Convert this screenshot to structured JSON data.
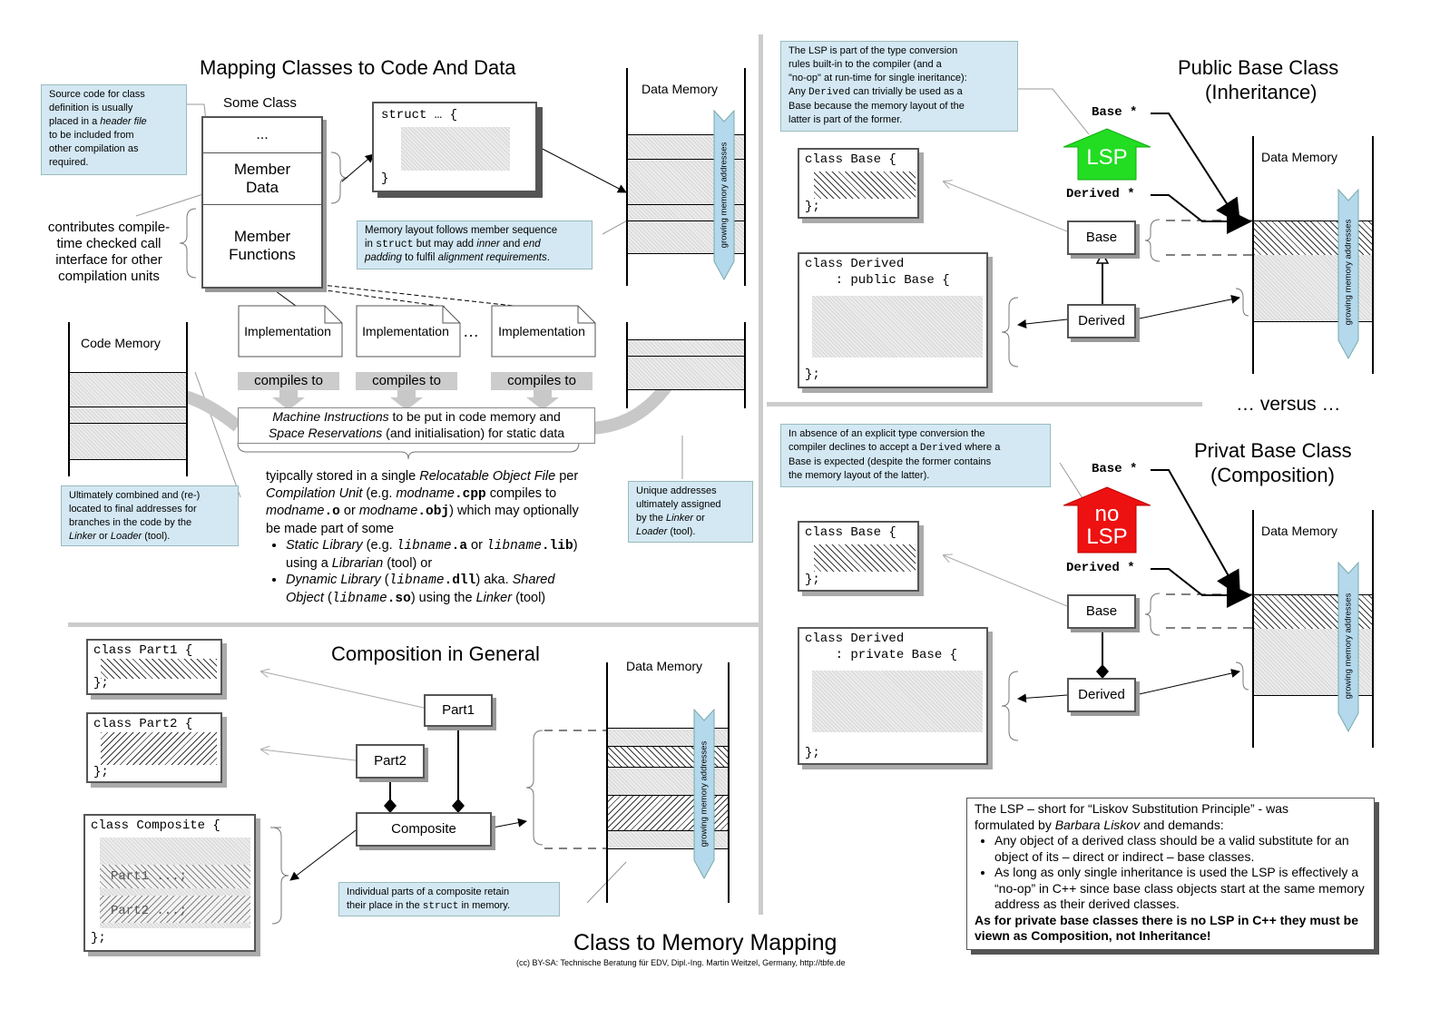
{
  "page": {
    "main_title": "Class to Memory Mapping",
    "copyright": "(cc) BY-SA: Technische Beratung für EDV, Dipl.-Ing. Martin Weitzel, Germany, http://tbfe.de"
  },
  "mapping": {
    "title": "Mapping Classes to Code And Data",
    "note_source_lines": [
      "Source code for class",
      "definition is usually",
      "placed in a ",
      "header file",
      " to be included from",
      "other compilation as",
      "required."
    ],
    "some_class_label": "Some Class",
    "class_rows": [
      "...",
      "Member Data",
      "Member Functions"
    ],
    "contributes": "contributes compile-time checked call interface for other compilation units",
    "struct_open": "struct … {",
    "struct_close": "}",
    "data_memory": "Data Memory",
    "growing": "growing memory addresses",
    "note_layout_1": "Memory layout follows member sequence",
    "note_layout_2a": "in ",
    "note_layout_2b": "struct",
    "note_layout_2c": " but may add ",
    "note_layout_2d": "inner",
    "note_layout_2e": " and ",
    "note_layout_2f": "end",
    "note_layout_3a": "padding",
    "note_layout_3b": " to fulfil ",
    "note_layout_3c": "alignment requirements",
    "note_layout_3d": ".",
    "code_memory": "Code Memory",
    "implementation": "Implementation",
    "ellipsis": "…",
    "compiles_to": "compiles to",
    "machine_1a": "Machine Instructions",
    "machine_1b": " to be put in code memory and",
    "machine_2a": "Space Reservations",
    "machine_2b": " (and initialisation) for static data",
    "note_linker_lines": [
      "Ultimately combined and (re-)",
      "located to final addresses for",
      "branches in the code by the"
    ],
    "note_linker_a": "Linker",
    "note_linker_b": " or ",
    "note_linker_c": "Loader",
    "note_linker_d": " (tool).",
    "note_unique_lines": [
      "Unique addresses",
      "ultimately assigned",
      "by the "
    ],
    "note_unique_a": "Linker",
    "note_unique_b": " or",
    "note_unique_c": "Loader",
    "note_unique_d": " (tool).",
    "stored_1": "tyipcally stored in a single ",
    "stored_2": "Relocatable Object File",
    "stored_3": " per",
    "stored_4": "Compilation Unit",
    "stored_5": " (e.g. ",
    "stored_6": "modname",
    "stored_7": ".cpp",
    "stored_8": " compiles to",
    "stored_9": "modname",
    "stored_10": ".o",
    "stored_11": " or ",
    "stored_12": "modname",
    "stored_13": ".obj",
    "stored_14": ") which may optionally",
    "stored_15": "be made part of some",
    "bullet1_a": "Static Library",
    "bullet1_b": " (e.g. ",
    "bullet1_c": "libname",
    "bullet1_d": ".a",
    "bullet1_e": " or ",
    "bullet1_f": "libname",
    "bullet1_g": ".lib",
    "bullet1_h": ")",
    "bullet1_i": "using a ",
    "bullet1_j": "Librarian",
    "bullet1_k": " (tool) or",
    "bullet2_a": "Dynamic Library",
    "bullet2_b": " (",
    "bullet2_c": "libname",
    "bullet2_d": ".dll",
    "bullet2_e": ") aka. ",
    "bullet2_f": "Shared",
    "bullet2_g": "Object",
    "bullet2_h": " (",
    "bullet2_i": "libname",
    "bullet2_j": ".so",
    "bullet2_k": ") using the ",
    "bullet2_l": "Linker",
    "bullet2_m": " (tool)"
  },
  "composition": {
    "title": "Composition in General",
    "part1_code": "class Part1 {",
    "part2_code": "class Part2 {",
    "close": "};",
    "composite_code": "class Composite {",
    "part1_member": "Part1 ...;",
    "part2_member": "Part2 ...;",
    "uml_part1": "Part1",
    "uml_part2": "Part2",
    "uml_composite": "Composite",
    "data_memory": "Data Memory",
    "growing": "growing memory addresses",
    "note_1": "Individual parts of a composite retain",
    "note_2a": "their place in the ",
    "note_2b": "struct",
    "note_2c": " in memory."
  },
  "public": {
    "title_1": "Public Base Class",
    "title_2": "(Inheritance)",
    "note_1": "The LSP is part of the type conversion",
    "note_2": "rules built-in to the compiler (and a",
    "note_3": "\"no-op\" at run-time for single ineritance):",
    "note_4a": "Any ",
    "note_4b": "Derived",
    "note_4c": " can trivially be used as a",
    "note_5": "Base because the memory layout of the",
    "note_6": "latter is part of the former.",
    "base_ptr": "Base *",
    "derived_ptr": "Derived *",
    "lsp": "LSP",
    "base_code": "class Base {",
    "close": "};",
    "derived_code_1": "class Derived",
    "derived_code_2": "    : public Base {",
    "uml_base": "Base",
    "uml_derived": "Derived",
    "data_memory": "Data Memory",
    "growing": "growing memory addresses"
  },
  "versus": "… versus …",
  "private": {
    "title_1": "Privat Base Class",
    "title_2": "(Composition)",
    "note_1": "In absence of an explicit type conversion the",
    "note_2a": "compiler declines to accept a ",
    "note_2b": "Derived",
    "note_2c": " where a",
    "note_3": "Base is expected (despite the former contains",
    "note_4": "the memory layout of the latter).",
    "base_ptr": "Base *",
    "derived_ptr": "Derived *",
    "no": "no",
    "lsp": "LSP",
    "base_code": "class Base {",
    "close": "};",
    "derived_code_1": "class Derived",
    "derived_code_2": "    : private Base {",
    "uml_base": "Base",
    "uml_derived": "Derived",
    "data_memory": "Data Memory",
    "growing": "growing memory addresses"
  },
  "lsp_box": {
    "line1": "The LSP – short for “Liskov Substitution Principle” - was",
    "line2a": "formulated by ",
    "line2b": "Barbara Liskov",
    "line2c": " and demands:",
    "bullet1": "Any object of a derived class should be a valid substitute for an object of its – direct or indirect – base classes.",
    "bullet2": "As long as only single inheritance is used the LSP is effectively a “no-op” in C++ since base class objects start at the same memory address as their derived classes.",
    "bold": "As for private base classes there is no LSP in C++ they must be viewn as Composition, not Inheritance!"
  },
  "colors": {
    "note_bg": "#d3e8f3",
    "lsp_green": "#22dd22",
    "nolsp_red": "#ee1111",
    "grow_arrow": "#b4d8ec",
    "separator": "#cccccc"
  }
}
